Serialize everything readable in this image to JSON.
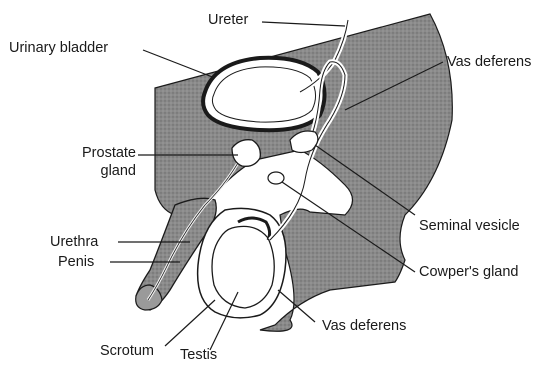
{
  "labels": {
    "ureter": "Ureter",
    "urinary_bladder": "Urinary bladder",
    "vas_deferens_top": "Vas deferens",
    "prostate_line1": "Prostate",
    "prostate_line2": "gland",
    "seminal_vesicle": "Seminal vesicle",
    "urethra": "Urethra",
    "penis": "Penis",
    "cowpers_gland": "Cowper's gland",
    "vas_deferens_bottom": "Vas deferens",
    "scrotum": "Scrotum",
    "testis": "Testis"
  },
  "colors": {
    "tissue_shade": "#8f8f8f",
    "outline": "#1a1a1a",
    "background": "#ffffff"
  }
}
